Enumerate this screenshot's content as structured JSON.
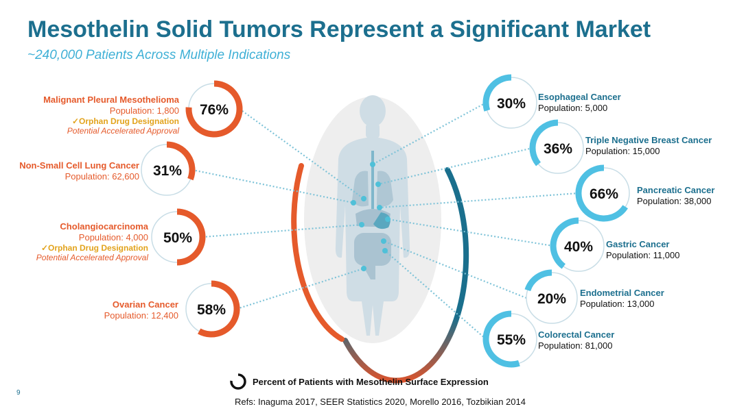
{
  "title": "Mesothelin Solid Tumors Represent a Significant Market",
  "subtitle": "~240,000 Patients Across Multiple Indications",
  "colors": {
    "title": "#1c6f8e",
    "subtitle": "#3fb0d6",
    "left_accent": "#e55a2b",
    "right_accent": "#4fc0e3",
    "orphan": "#e2a31c"
  },
  "icons": {
    "body": "human-body-silhouette-icon",
    "legend": "ring-icon"
  },
  "left_indications": [
    {
      "pct_label": "76%",
      "pct": 76,
      "name": "Malignant Pleural Mesothelioma",
      "population": "Population: 1,800",
      "orphan": "✓Orphan Drug Designation",
      "approval": "Potential Accelerated Approval"
    },
    {
      "pct_label": "31%",
      "pct": 31,
      "name": "Non-Small Cell Lung Cancer",
      "population": "Population: 62,600"
    },
    {
      "pct_label": "50%",
      "pct": 50,
      "name": "Cholangiocarcinoma",
      "population": "Population: 4,000",
      "orphan": "✓Orphan Drug Designation",
      "approval": "Potential Accelerated Approval"
    },
    {
      "pct_label": "58%",
      "pct": 58,
      "name": "Ovarian Cancer",
      "population": "Population: 12,400"
    }
  ],
  "right_indications": [
    {
      "pct_label": "30%",
      "pct": 30,
      "name": "Esophageal Cancer",
      "population": "Population: 5,000"
    },
    {
      "pct_label": "36%",
      "pct": 36,
      "name": "Triple Negative Breast Cancer",
      "population": "Population: 15,000"
    },
    {
      "pct_label": "66%",
      "pct": 66,
      "name": "Pancreatic Cancer",
      "population": "Population: 38,000"
    },
    {
      "pct_label": "40%",
      "pct": 40,
      "name": "Gastric Cancer",
      "population": "Population: 11,000"
    },
    {
      "pct_label": "20%",
      "pct": 20,
      "name": "Endometrial Cancer",
      "population": "Population: 13,000"
    },
    {
      "pct_label": "55%",
      "pct": 55,
      "name": "Colorectal Cancer",
      "population": "Population: 81,000"
    }
  ],
  "legend": "Percent of Patients with Mesothelin Surface Expression",
  "page_number": "9",
  "refs": "Refs: Inaguma 2017, SEER Statistics 2020, Morello 2016, Tozbikian 2014"
}
